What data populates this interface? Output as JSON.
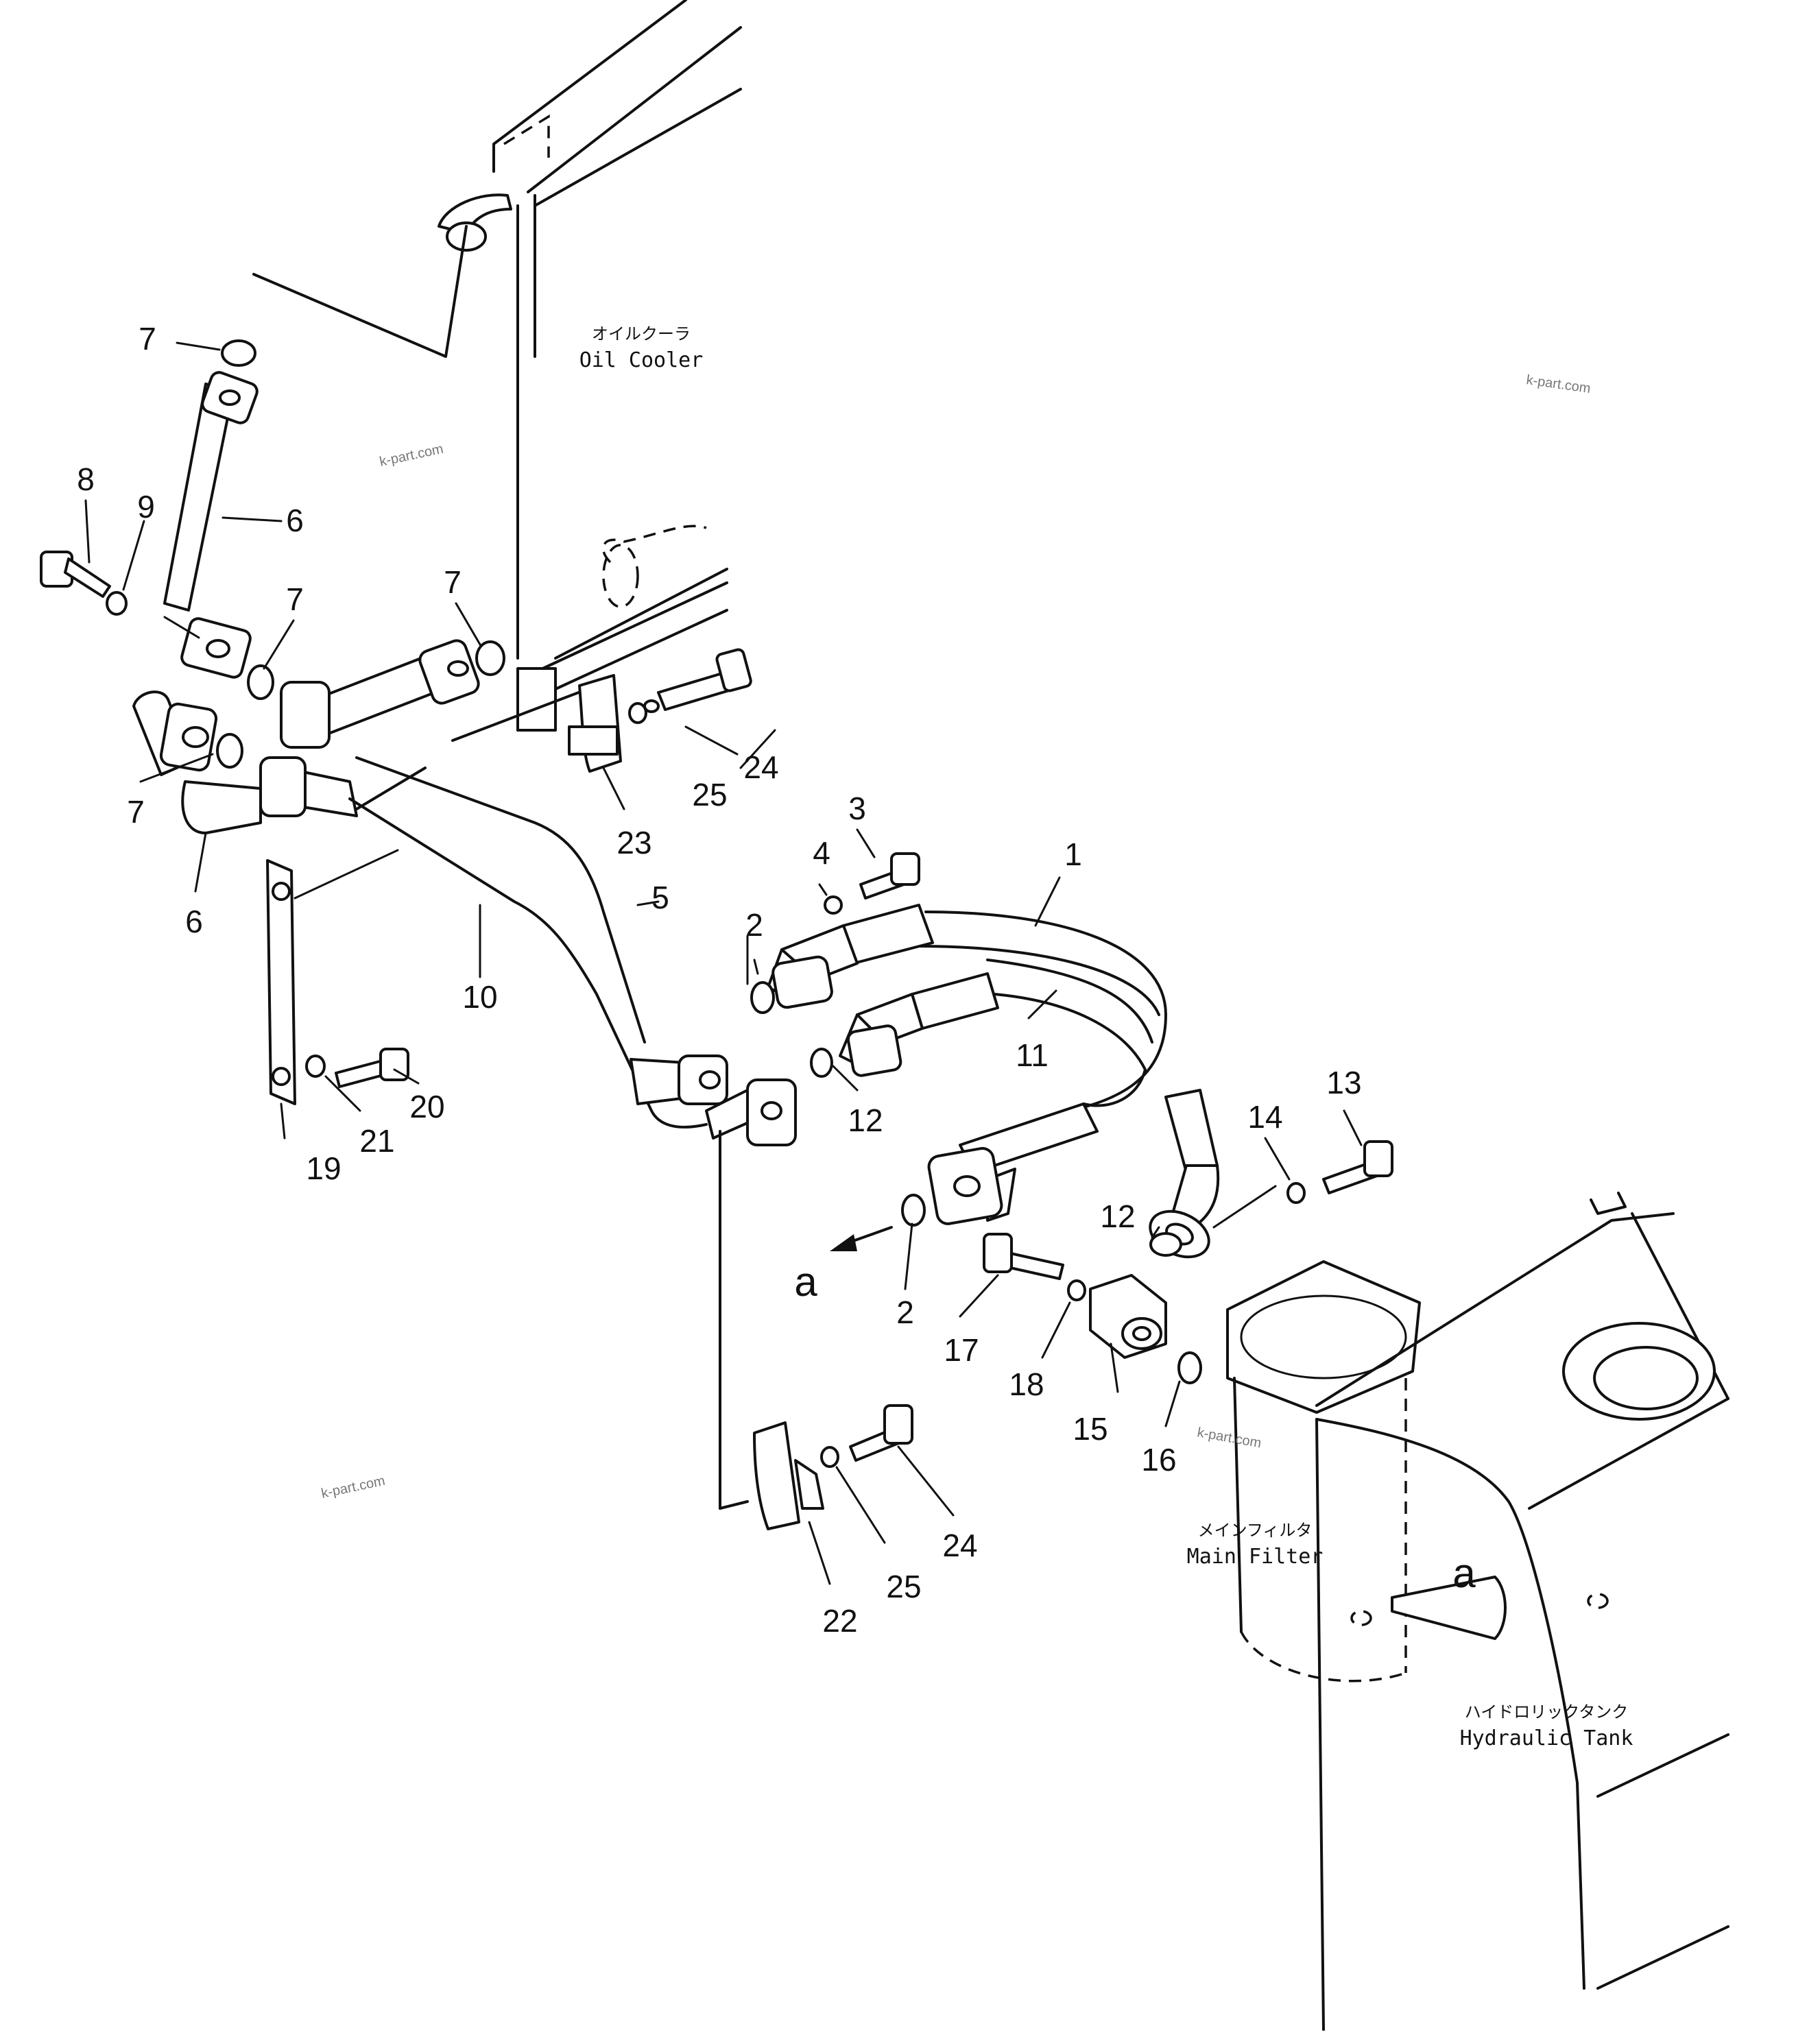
{
  "labels": {
    "oil_cooler": {
      "jp": "オイルクーラ",
      "en": "Oil Cooler"
    },
    "main_filter": {
      "jp": "メインフィルタ",
      "en": "Main Filter"
    },
    "hydraulic_tank": {
      "jp": "ハイドロリックタンク",
      "en": "Hydraulic Tank"
    }
  },
  "view_arrows": {
    "start": "a",
    "end": "a"
  },
  "watermark": "k-part.com",
  "callouts": {
    "c1": "1",
    "c2a": "2",
    "c2b": "2",
    "c3": "3",
    "c4": "4",
    "c5": "5",
    "c6a": "6",
    "c6b": "6",
    "c7a": "7",
    "c7b": "7",
    "c7c": "7",
    "c7d": "7",
    "c8": "8",
    "c9": "9",
    "c10": "10",
    "c11": "11",
    "c12a": "12",
    "c12b": "12",
    "c13": "13",
    "c14": "14",
    "c15": "15",
    "c16": "16",
    "c17": "17",
    "c18": "18",
    "c19": "19",
    "c20": "20",
    "c21": "21",
    "c22": "22",
    "c23": "23",
    "c24a": "24",
    "c24b": "24",
    "c25a": "25",
    "c25b": "25"
  }
}
